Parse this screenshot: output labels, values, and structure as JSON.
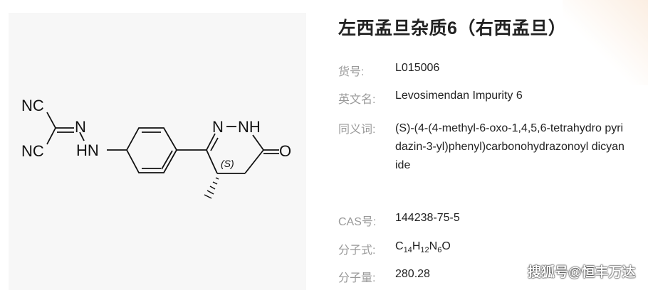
{
  "title": "左西孟旦杂质6（右西孟旦）",
  "fields": [
    {
      "label": "货号:",
      "value": "L015006"
    },
    {
      "label": "英文名:",
      "value": "Levosimendan Impurity 6"
    },
    {
      "label": "同义词:",
      "value": "(S)-(4-(4-methyl-6-oxo-1,4,5,6-tetrahydro pyridazin-3-yl)phenyl)carbonohydrazonoyl dicyanide"
    },
    {
      "label": "CAS号:",
      "value": "144238-75-5"
    },
    {
      "label": "分子式:",
      "value": {
        "c": "C",
        "cn": "14",
        "h": "H",
        "hn": "12",
        "n": "N",
        "nn": "6",
        "o": "O"
      }
    },
    {
      "label": "分子量:",
      "value": "280.28"
    }
  ],
  "structure": {
    "nc1": "NC",
    "nc2": "NC",
    "n": "N",
    "hn": "HN",
    "n2": "N",
    "nh": "NH",
    "o": "O",
    "stereo": "(S)"
  },
  "watermark": "搜狐号@恒丰万达"
}
